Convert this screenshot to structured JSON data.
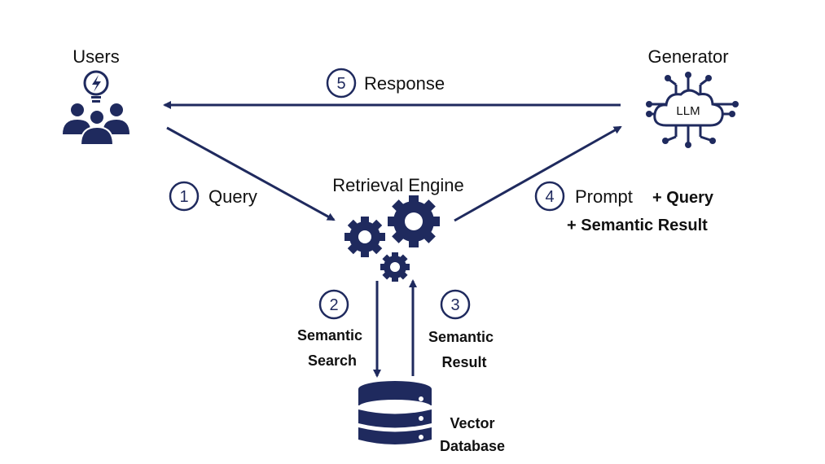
{
  "nodes": {
    "users": {
      "label": "Users"
    },
    "generator": {
      "label": "Generator",
      "llm_label": "LLM"
    },
    "retrieval": {
      "label": "Retrieval Engine"
    },
    "database": {
      "label_line1": "Vector",
      "label_line2": "Database"
    }
  },
  "steps": [
    {
      "number": "1",
      "label": "Query"
    },
    {
      "number": "2",
      "label_line1": "Semantic",
      "label_line2": "Search"
    },
    {
      "number": "3",
      "label_line1": "Semantic",
      "label_line2": "Result"
    },
    {
      "number": "4",
      "label_part1": "Prompt",
      "label_part2": "+ Query",
      "label_line2": "+ Semantic Result"
    },
    {
      "number": "5",
      "label": "Response"
    }
  ],
  "colors": {
    "primary": "#1f2a5e",
    "text": "#111111"
  }
}
